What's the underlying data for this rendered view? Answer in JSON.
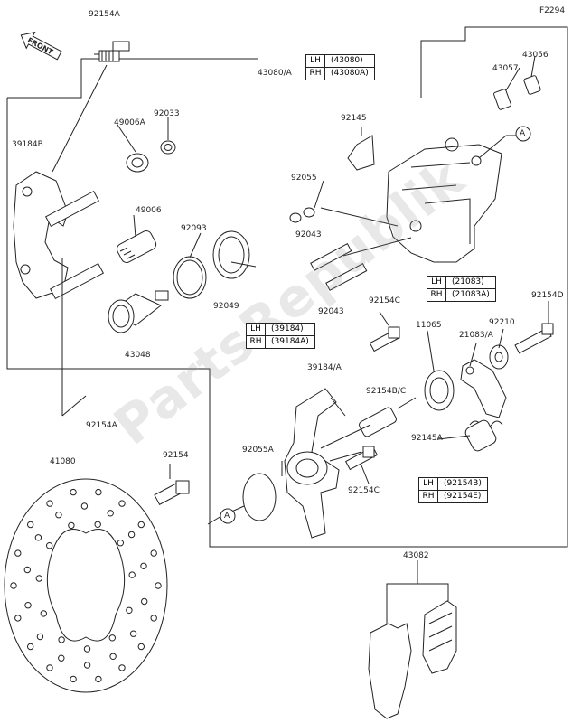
{
  "figure_code": "F2294",
  "front_label": "FRONT",
  "watermark": "PartsRepublik",
  "labels": {
    "p92154A_top": "92154A",
    "p43080A": "43080/A",
    "p43057": "43057",
    "p43056": "43056",
    "p39184B": "39184B",
    "p49006A": "49006A",
    "p92033": "92033",
    "p92145": "92145",
    "p92055": "92055",
    "p49006": "49006",
    "p92093": "92093",
    "p92043": "92043",
    "p92049": "92049",
    "p92043_b": "92043",
    "p43048": "43048",
    "p92154C_top": "92154C",
    "p92154D": "92154D",
    "p92210": "92210",
    "p11065": "11065",
    "p21083A": "21083/A",
    "p39184A": "39184/A",
    "p92154BE": "92154B/C",
    "p92154A_mid": "92154A",
    "p92145A": "92145A",
    "p92055A": "92055A",
    "p92154C_bot": "92154C",
    "p41080": "41080",
    "p92154": "92154",
    "p43082": "43082"
  },
  "callouts": {
    "c43080": {
      "rows": [
        {
          "side": "LH",
          "part": "(43080)"
        },
        {
          "side": "RH",
          "part": "(43080A)"
        }
      ]
    },
    "c21083": {
      "rows": [
        {
          "side": "LH",
          "part": "(21083)"
        },
        {
          "side": "RH",
          "part": "(21083A)"
        }
      ]
    },
    "c39184": {
      "rows": [
        {
          "side": "LH",
          "part": "(39184)"
        },
        {
          "side": "RH",
          "part": "(39184A)"
        }
      ]
    },
    "c92154": {
      "rows": [
        {
          "side": "LH",
          "part": "(92154B)"
        },
        {
          "side": "RH",
          "part": "(92154E)"
        }
      ]
    }
  },
  "ref_marker": "A"
}
